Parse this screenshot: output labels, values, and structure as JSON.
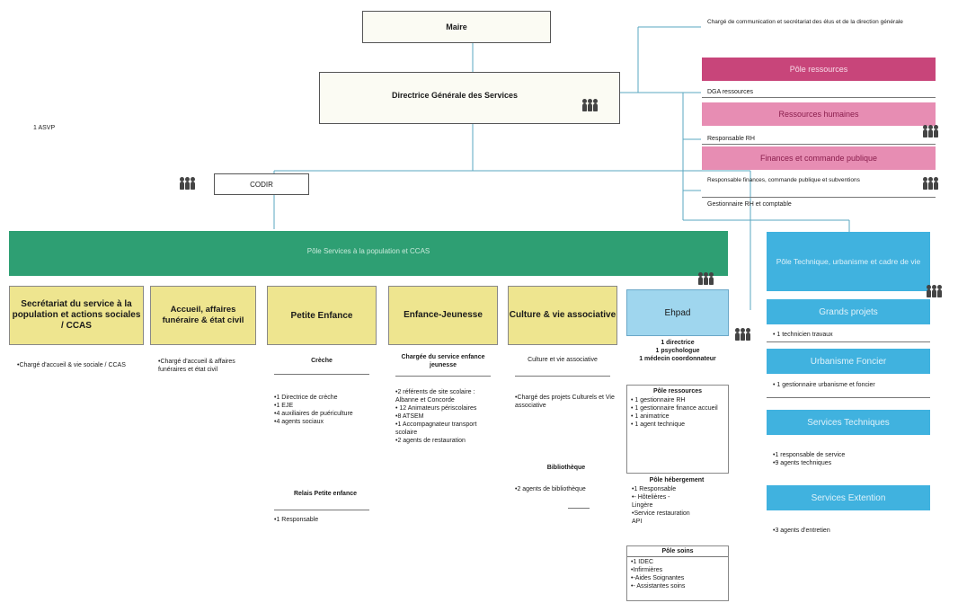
{
  "top": {
    "maire": "Maire",
    "dgs": "Directrice Générale des Services",
    "asvp": "1 ASVP",
    "codir": "CODIR",
    "charge_communication": "Chargé de communication et secrétariat des élus et de la direction générale"
  },
  "pole_ressources": {
    "title": "Pôle ressources",
    "dga": "DGA ressources",
    "rh_title": "Ressources humaines",
    "rh_resp": "Responsable RH",
    "fin_title": "Finances et commande publique",
    "fin_resp": "Responsable finances, commande publique et subventions",
    "gestionnaire": "Gestionnaire RH et comptable"
  },
  "pole_services_population": {
    "title": "Pôle Services à la population et CCAS",
    "subtitle": ""
  },
  "columns": [
    {
      "title": "Secrétariat du service à la population et actions sociales / CCAS",
      "text": "•Chargé d'accueil & vie sociale / CCAS"
    },
    {
      "title": "Accueil, affaires funéraire & état civil",
      "text": "•Chargé d'accueil & affaires funéraires et état civil"
    },
    {
      "title": "Petite Enfance",
      "sub1": "Crèche",
      "text1": "•1 Directrice de crèche\n•1 EJE\n•4 auxiliaires de puériculture\n•4 agents sociaux",
      "sub2": "Relais Petite enfance",
      "text2": "•1 Responsable"
    },
    {
      "title": "Enfance-Jeunesse",
      "sub1": "Chargée du service enfance jeunesse",
      "text1": "•2 référents de site scolaire : Albanne et Concorde\n• 12 Animateurs périscolaires\n•8 ATSEM\n•1 Accompagnateur transport scolaire\n•2 agents de restauration"
    },
    {
      "title": "Culture & vie associative",
      "sub1": "Culture et vie associative",
      "text1": "•Chargé des projets Culturels et Vie associative",
      "sub2": "Bibliothèque",
      "text2": "•2 agents de bibliothèque"
    },
    {
      "title": "Ehpad",
      "direction": "1 directrice\n1 psychologue\n1 médecin coordonnateur",
      "ressources_title": "Pôle ressources",
      "ressources": "•  1 gestionnaire RH\n•  1 gestionnaire finance accueil\n•  1 animatrice\n•  1 agent technique",
      "hebergement_title": "Pôle hébergement",
      "hebergement": "•1 Responsable\n•- Hôtelières -\nLingère\n•Service restauration\nAPI",
      "soins_title": "Pôle soins",
      "soins": "•1 IDEC\n•Infirmières\n•-Aides Soignantes\n•- Assistantes soins"
    }
  ],
  "pole_technique": {
    "title": "Pôle Technique, urbanisme et cadre de vie",
    "grands_projets": "Grands projets",
    "gp_text": "• 1 technicien travaux",
    "urbanisme": "Urbanisme Foncier",
    "urb_text": "• 1 gestionnaire urbanisme et foncier",
    "services_tech": "Services Techniques",
    "st_text": "•1 responsable de service\n•9 agents techniques",
    "services_ext": "Services Extention",
    "se_text": "•3 agents d'entretien"
  },
  "colors": {
    "pink_dark": "#c8457a",
    "pink_light": "#e78db3",
    "teal": "#2e9f73",
    "blue": "#40b2df",
    "yellow": "#eee58f",
    "ehpad": "#9fd6ee"
  }
}
